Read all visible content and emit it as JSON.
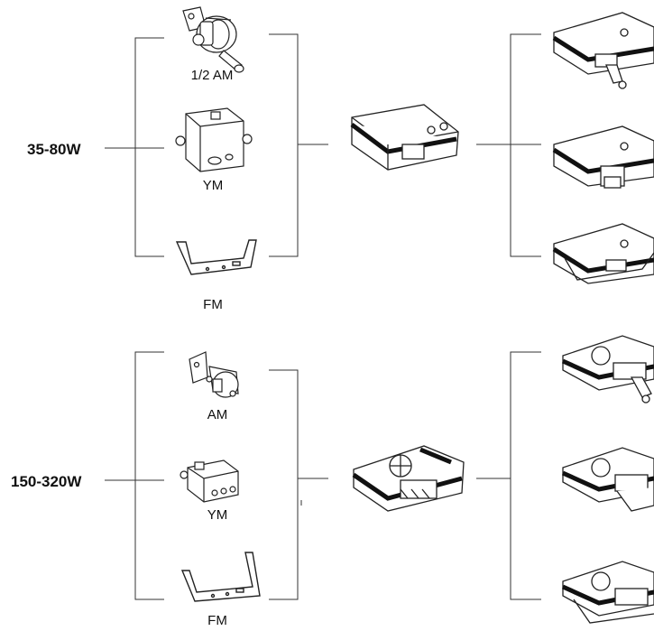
{
  "groups": [
    {
      "wattage": "35-80W",
      "mounts": [
        "1/2 AM",
        "YM",
        "FM"
      ]
    },
    {
      "wattage": "150-320W",
      "mounts": [
        "AM",
        "YM",
        "FM"
      ]
    }
  ],
  "colors": {
    "line": "#333333",
    "text": "#111111"
  }
}
